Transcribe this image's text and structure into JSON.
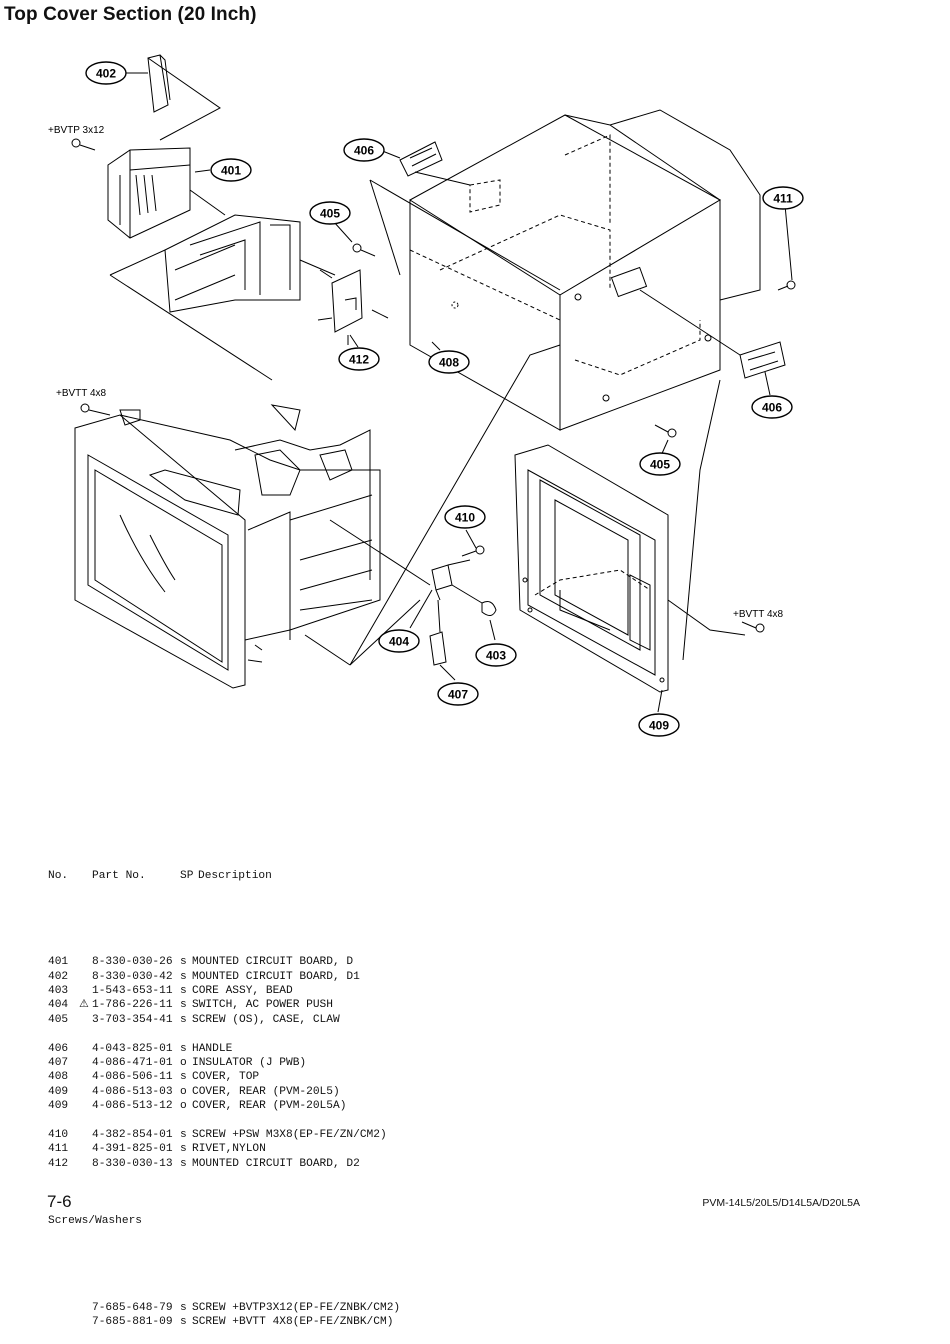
{
  "title": "Top Cover Section (20 Inch)",
  "callouts": {
    "c402": "402",
    "c401": "401",
    "c406a": "406",
    "c405a": "405",
    "c411": "411",
    "c412": "412",
    "c408": "408",
    "c406b": "406",
    "c405b": "405",
    "c410": "410",
    "c404": "404",
    "c403": "403",
    "c407": "407",
    "c409": "409"
  },
  "screw_labels": {
    "bvtp": "+BVTP 3x12",
    "bvtt_left": "+BVTT 4x8",
    "bvtt_right": "+BVTT 4x8"
  },
  "table": {
    "header": {
      "no": "No.",
      "part": "Part No.",
      "sp": "SP",
      "desc": "Description"
    },
    "groups": [
      [
        {
          "no": "401",
          "flag": "",
          "part": "8-330-030-26",
          "sp": "s",
          "desc": "MOUNTED CIRCUIT BOARD, D"
        },
        {
          "no": "402",
          "flag": "",
          "part": "8-330-030-42",
          "sp": "s",
          "desc": "MOUNTED CIRCUIT BOARD, D1"
        },
        {
          "no": "403",
          "flag": "",
          "part": "1-543-653-11",
          "sp": "s",
          "desc": "CORE ASSY, BEAD"
        },
        {
          "no": "404",
          "flag": "⚠",
          "part": "1-786-226-11",
          "sp": "s",
          "desc": "SWITCH, AC POWER PUSH"
        },
        {
          "no": "405",
          "flag": "",
          "part": "3-703-354-41",
          "sp": "s",
          "desc": "SCREW (OS), CASE, CLAW"
        }
      ],
      [
        {
          "no": "406",
          "flag": "",
          "part": "4-043-825-01",
          "sp": "s",
          "desc": "HANDLE"
        },
        {
          "no": "407",
          "flag": "",
          "part": "4-086-471-01",
          "sp": "o",
          "desc": "INSULATOR (J PWB)"
        },
        {
          "no": "408",
          "flag": "",
          "part": "4-086-506-11",
          "sp": "s",
          "desc": "COVER, TOP"
        },
        {
          "no": "409",
          "flag": "",
          "part": "4-086-513-03",
          "sp": "o",
          "desc": "COVER, REAR (PVM-20L5)"
        },
        {
          "no": "409",
          "flag": "",
          "part": "4-086-513-12",
          "sp": "o",
          "desc": "COVER, REAR (PVM-20L5A)"
        }
      ],
      [
        {
          "no": "410",
          "flag": "",
          "part": "4-382-854-01",
          "sp": "s",
          "desc": "SCREW +PSW M3X8(EP-FE/ZN/CM2)"
        },
        {
          "no": "411",
          "flag": "",
          "part": "4-391-825-01",
          "sp": "s",
          "desc": "RIVET,NYLON"
        },
        {
          "no": "412",
          "flag": "",
          "part": "8-330-030-13",
          "sp": "s",
          "desc": "MOUNTED CIRCUIT BOARD, D2"
        }
      ]
    ],
    "screws_heading": "Screws/Washers",
    "screws": [
      {
        "part": "7-685-648-79",
        "sp": "s",
        "desc": "SCREW +BVTP3X12(EP-FE/ZNBK/CM2)"
      },
      {
        "part": "7-685-881-09",
        "sp": "s",
        "desc": "SCREW +BVTT 4X8(EP-FE/ZNBK/CM)"
      }
    ]
  },
  "footer": {
    "page": "7-6",
    "models": "PVM-14L5/20L5/D14L5A/D20L5A"
  }
}
